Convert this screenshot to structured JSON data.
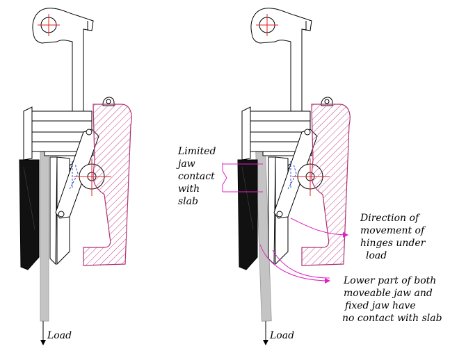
{
  "labels": {
    "load_left": "Load",
    "load_right": "Load",
    "limited_contact": [
      "Limited",
      "jaw",
      "contact",
      "with",
      "slab"
    ],
    "direction": [
      "Direction of",
      "movement of",
      "hinges under",
      "load"
    ],
    "lower_part": [
      "Lower part of both",
      "moveable jaw and",
      "fixed jaw have",
      "no contact with slab"
    ]
  },
  "colors": {
    "hatch": "#b0306f",
    "callout": "#e020c0",
    "centerline": "#e02020",
    "hidden_line": "#3050d0",
    "slab": "#c4c4c4",
    "jaw": "#111111"
  }
}
